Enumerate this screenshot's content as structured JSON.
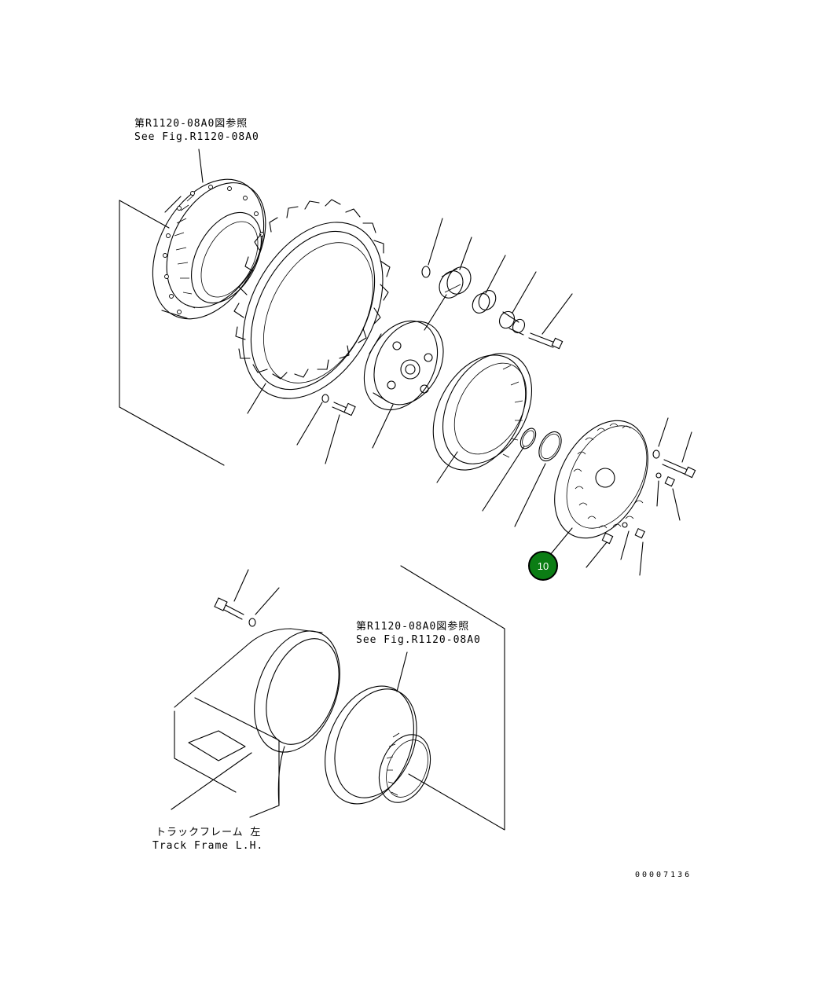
{
  "references": {
    "top": {
      "line1": "第R1120-08A0図参照",
      "line2": "See Fig.R1120-08A0"
    },
    "middle": {
      "line1": "第R1120-08A0図参照",
      "line2": "See Fig.R1120-08A0"
    }
  },
  "track_frame": {
    "line1": "トラックフレーム 左",
    "line2": "Track Frame L.H."
  },
  "callout": {
    "number": "10",
    "color": "#0b7d14"
  },
  "drawing_number": "00007136",
  "icons": [
    "callout-marker"
  ]
}
